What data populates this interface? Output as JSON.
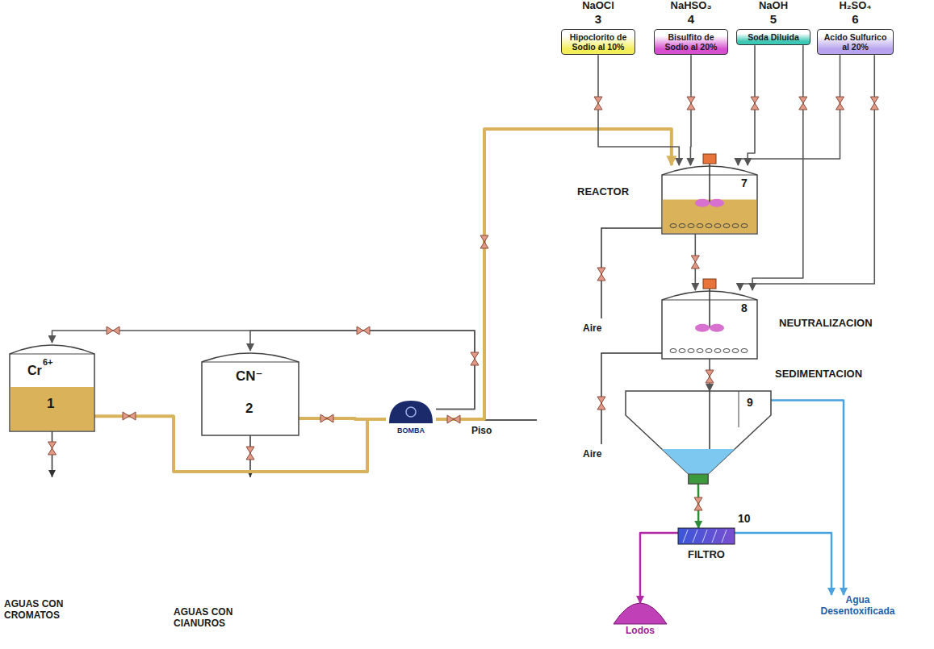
{
  "diagram": {
    "nodes": [
      {
        "text": [
          "Cr",
          "6+",
          "1"
        ]
      },
      {
        "text": [
          "CN⁻",
          "2"
        ]
      },
      {
        "text": [
          "BOMBA"
        ]
      },
      {
        "text": [
          "NaOCl",
          "3",
          "Hipoclorito de Sodio al 10%"
        ]
      },
      {
        "text": [
          "NaHSO₃",
          "4",
          "Bisulfito de Sodio al 20%"
        ]
      },
      {
        "text": [
          "NaOH",
          "5",
          "Soda Diluida"
        ]
      },
      {
        "text": [
          "H₂SO₄",
          "6",
          "Acido Sulfurico al 20%"
        ]
      },
      {
        "text": [
          "REACTOR",
          "7"
        ]
      },
      {
        "text": [
          "NEUTRALIZACION",
          "8"
        ]
      },
      {
        "text": [
          "SEDIMENTACION",
          "9"
        ]
      },
      {
        "text": [
          "10",
          "FILTRO"
        ]
      },
      {
        "text": [
          "Lodos"
        ]
      },
      {
        "text": [
          "Agua Desentoxificada"
        ]
      }
    ],
    "edges": [
      {
        "from": 0,
        "to": 2,
        "arrow": "none"
      },
      {
        "from": 1,
        "to": 2,
        "arrow": "none"
      },
      {
        "from": 2,
        "to": 7,
        "arrow": "to"
      },
      {
        "from": 2,
        "to": 0,
        "arrow": "to"
      },
      {
        "from": 2,
        "to": 1,
        "arrow": "to"
      },
      {
        "from": 3,
        "to": 7,
        "arrow": "to"
      },
      {
        "from": 4,
        "to": 7,
        "arrow": "to"
      },
      {
        "from": 5,
        "to": 7,
        "arrow": "to"
      },
      {
        "from": 5,
        "to": 8,
        "arrow": "to"
      },
      {
        "from": 6,
        "to": 7,
        "arrow": "to"
      },
      {
        "from": 6,
        "to": 8,
        "arrow": "to"
      },
      {
        "from": 7,
        "to": 8,
        "arrow": "to"
      },
      {
        "from": 8,
        "to": 9,
        "arrow": "to"
      },
      {
        "from": 9,
        "to": 10,
        "arrow": "to"
      },
      {
        "from": 10,
        "to": 11,
        "arrow": "to"
      },
      {
        "from": 10,
        "to": 12,
        "arrow": "to"
      },
      {
        "from": 9,
        "to": 12,
        "arrow": "to"
      }
    ],
    "labels": [
      "AGUAS CON CROMATOS",
      "AGUAS CON CIANUROS",
      "Piso",
      "Aire",
      "Aire"
    ]
  }
}
